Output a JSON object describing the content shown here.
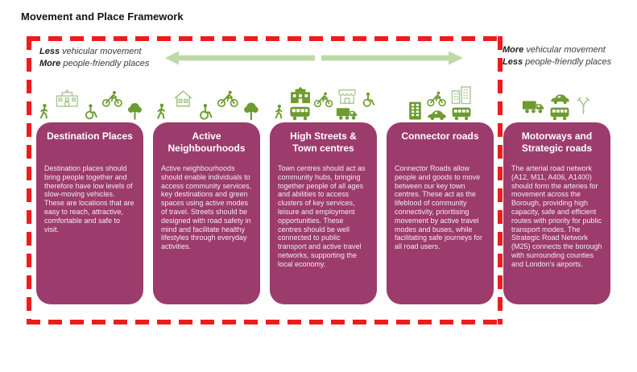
{
  "page": {
    "title": "Movement and Place Framework"
  },
  "colors": {
    "card_background": "#9c3c6c",
    "card_text": "#ffffff",
    "dashed_boundary": "#ee1c1c",
    "arrow_green": "#bed9a8",
    "icon_solid_green": "#6d9b2e",
    "icon_outline_green": "#a9c48b",
    "background": "#ffffff"
  },
  "flow_labels": {
    "left": {
      "line1_bold": "Less",
      "line1_text": " vehicular movement",
      "line2_bold": "More",
      "line2_text": " people-friendly places"
    },
    "right": {
      "line1_bold": "More",
      "line1_text": " vehicular movement",
      "line2_bold": "Less",
      "line2_text": " people-friendly places"
    }
  },
  "arrows": {
    "left_direction": "left",
    "right_direction": "right"
  },
  "columns": [
    {
      "title": "Destination Places",
      "body": "Destination places should bring people together and therefore have low levels of slow-moving vehicles. These are locations that are easy to reach, attractive, comfortable and safe to visit.",
      "icons": [
        "pedestrian-icon",
        "school-outline-icon",
        "wheelchair-icon",
        "cyclist-icon",
        "tree-icon"
      ],
      "inside_boundary": true
    },
    {
      "title": "Active Neighbourhoods",
      "body": "Active neighbourhoods should enable individuals to access community services, key destinations and green spaces using active modes of travel. Streets should be designed with road safety in mind and facilitate healthy lifestyles through everyday activities.",
      "icons": [
        "pedestrian-icon",
        "house-outline-icon",
        "wheelchair-icon",
        "cyclist-icon",
        "tree-icon"
      ],
      "inside_boundary": true
    },
    {
      "title": "High Streets & Town centres",
      "body": "Town centres should act as community hubs, bringing together people of all ages and abilities to access clusters of key services, leisure and employment opportunities. These centres should be well connected to public transport and active travel networks, supporting the local economy.",
      "icons": [
        "school-building-icon",
        "cyclist-icon",
        "shop-outline-icon",
        "wheelchair-icon",
        "pedestrian-icon",
        "bus-icon",
        "truck-icon"
      ],
      "inside_boundary": true
    },
    {
      "title": "Connector roads",
      "body": "Connector Roads allow people and goods to move between our key town centres. These act as the lifeblood of community connectivity, prioritising movement by active travel modes and buses, while facilitating safe journeys for all road users.",
      "icons": [
        "office-building-icon",
        "cyclist-icon",
        "car-icon",
        "city-buildings-outline-icon",
        "bus-icon"
      ],
      "inside_boundary": true
    },
    {
      "title": "Motorways and Strategic roads",
      "body": "The arterial road network (A12, M11, A406, A1400) should form the arteries for movement across the Borough, providing high capacity, safe and efficient routes with priority for public transport modes. The Strategic Road Network (M25) connects the borough with surrounding counties and London's airports.",
      "icons": [
        "truck-icon",
        "car-icon",
        "bus-icon",
        "motorway-junction-outline-icon"
      ],
      "inside_boundary": false
    }
  ]
}
